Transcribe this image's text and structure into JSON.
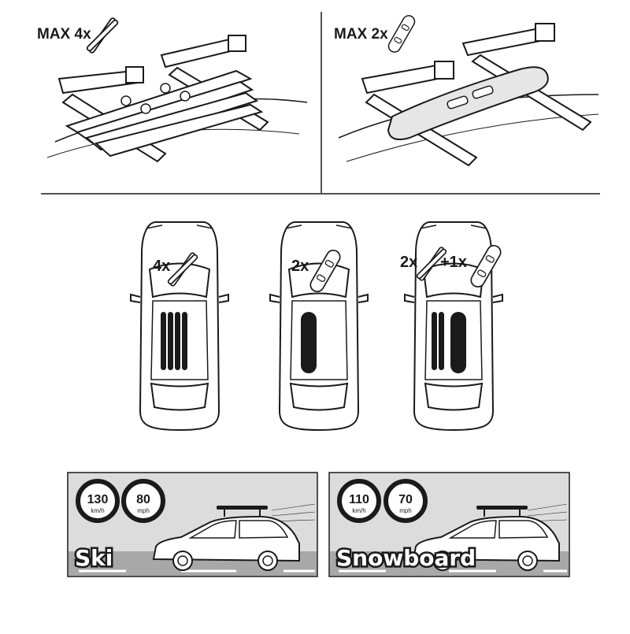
{
  "top_panels": [
    {
      "label": "MAX 4x",
      "item": "skis-icon"
    },
    {
      "label": "MAX 2x",
      "item": "snowboard-icon"
    }
  ],
  "cars": [
    {
      "count_label": "4x",
      "item": "skis-icon"
    },
    {
      "count_label": "2x",
      "item": "snowboard-icon"
    },
    {
      "count_label_a": "2x",
      "count_label_b": "+1x",
      "items": [
        "skis-icon",
        "snowboard-icon"
      ]
    }
  ],
  "speed_panels": [
    {
      "title": "Ski",
      "kmh": {
        "value": "130",
        "unit": "km/h"
      },
      "mph": {
        "value": "80",
        "unit": "mph"
      }
    },
    {
      "title": "Snowboard",
      "kmh": {
        "value": "110",
        "unit": "km/h"
      },
      "mph": {
        "value": "70",
        "unit": "mph"
      }
    }
  ],
  "colors": {
    "ink": "#1a1a1a",
    "road": "#aaaaaa",
    "sky": "#dcdcdc",
    "board_fill": "#e6e6e6"
  }
}
